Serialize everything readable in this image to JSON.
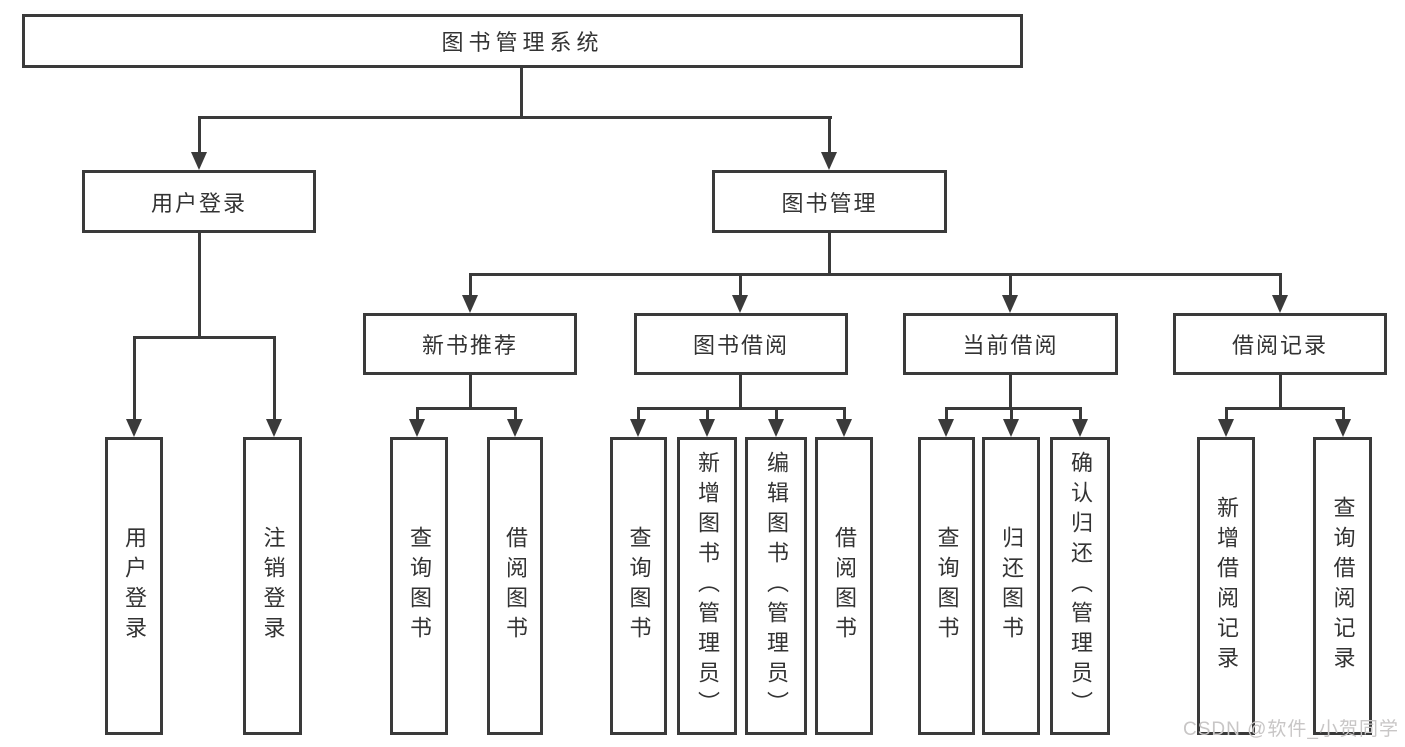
{
  "diagram": {
    "root": {
      "label": "图书管理系统"
    },
    "level2": [
      {
        "label": "用户登录"
      },
      {
        "label": "图书管理"
      }
    ],
    "level3": [
      {
        "label": "新书推荐"
      },
      {
        "label": "图书借阅"
      },
      {
        "label": "当前借阅"
      },
      {
        "label": "借阅记录"
      }
    ],
    "leaves": [
      {
        "label": "用户登录",
        "parent": "用户登录"
      },
      {
        "label": "注销登录",
        "parent": "用户登录"
      },
      {
        "label": "查询图书",
        "parent": "新书推荐"
      },
      {
        "label": "借阅图书",
        "parent": "新书推荐"
      },
      {
        "label": "查询图书",
        "parent": "图书借阅"
      },
      {
        "label": "新增图书（管理员）",
        "parent": "图书借阅"
      },
      {
        "label": "编辑图书（管理员）",
        "parent": "图书借阅"
      },
      {
        "label": "借阅图书",
        "parent": "图书借阅"
      },
      {
        "label": "查询图书",
        "parent": "当前借阅"
      },
      {
        "label": "归还图书",
        "parent": "当前借阅"
      },
      {
        "label": "确认归还（管理员）",
        "parent": "当前借阅"
      },
      {
        "label": "新增借阅记录",
        "parent": "借阅记录"
      },
      {
        "label": "查询借阅记录",
        "parent": "借阅记录"
      }
    ]
  },
  "watermark": {
    "text": "CSDN @软件_小贺同学"
  },
  "colors": {
    "line": "#3a3a3a",
    "text": "#333333",
    "watermark": "#c8c6c6",
    "background": "#ffffff"
  }
}
